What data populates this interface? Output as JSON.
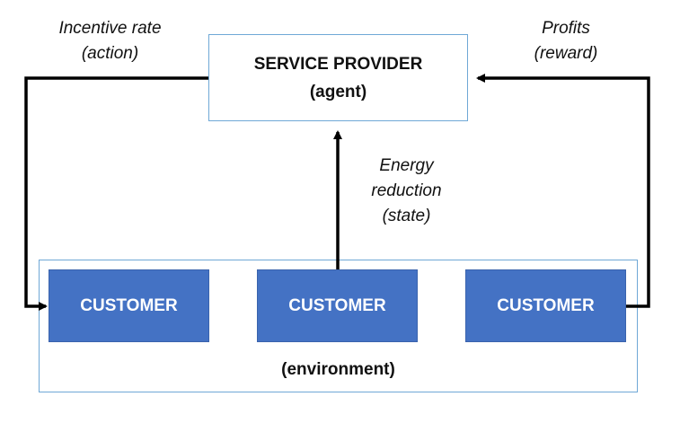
{
  "agent": {
    "title": "SERVICE PROVIDER",
    "subtitle": "(agent)"
  },
  "environment": {
    "label": "(environment)",
    "customers": [
      "CUSTOMER",
      "CUSTOMER",
      "CUSTOMER"
    ]
  },
  "edges": {
    "action": {
      "line1": "Incentive rate",
      "line2": "(action)"
    },
    "reward": {
      "line1": "Profits",
      "line2": "(reward)"
    },
    "state": {
      "line1": "Energy",
      "line2": "reduction",
      "line3": "(state)"
    }
  },
  "colors": {
    "customer_fill": "#4472c4",
    "box_border": "#6fa8d6",
    "arrow": "#000000"
  }
}
